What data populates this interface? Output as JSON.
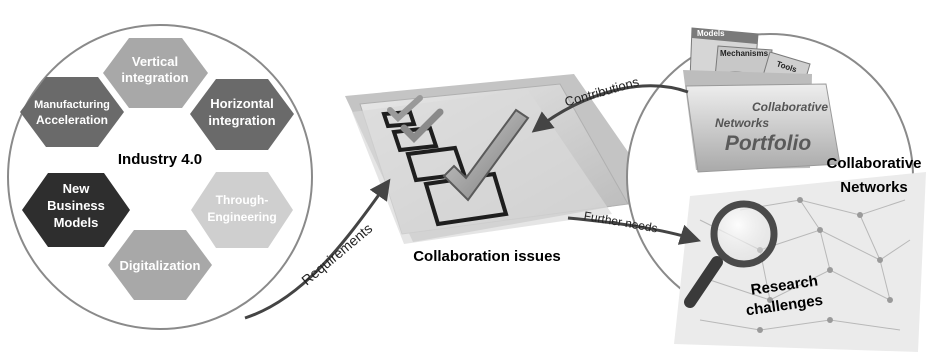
{
  "left_circle": {
    "title": "Industry 4.0",
    "hexagons": [
      {
        "lines": [
          "Vertical",
          "integration"
        ]
      },
      {
        "lines": [
          "Manufacturing",
          "Acceleration"
        ]
      },
      {
        "lines": [
          "Horizontal",
          "integration"
        ]
      },
      {
        "lines": [
          "New",
          "Business",
          "Models"
        ]
      },
      {
        "lines": [
          "Through-",
          "Engineering"
        ]
      },
      {
        "lines": [
          "Digitalization"
        ]
      }
    ]
  },
  "center": {
    "title": "Collaboration issues"
  },
  "right_circle": {
    "title_lines": [
      "Collaborative",
      "Networks"
    ],
    "portfolio": {
      "tab_models": "Models",
      "tab_mechanisms": "Mechanisms",
      "tab_tools": "Tools",
      "label_lines": [
        "Collaborative",
        "Networks"
      ],
      "label_big": "Portfolio"
    },
    "research_lines": [
      "Research",
      "challenges"
    ]
  },
  "arrows": {
    "requirements": "Requirements",
    "contributions": "Contributions",
    "further_needs": "Further needs"
  },
  "colors": {
    "hex_dark": "#2e2e2e",
    "hex_mid": "#6a6a6a",
    "hex_light": "#a8a8a8",
    "hex_pale": "#cfcfcf",
    "circle_stroke": "#8a8a8a"
  }
}
